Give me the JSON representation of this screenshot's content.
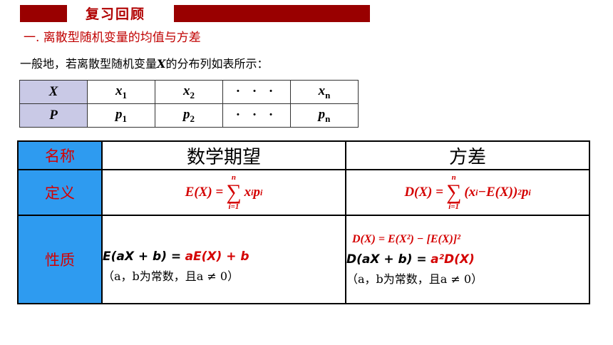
{
  "header": {
    "title": "复习回顾"
  },
  "section": {
    "heading": "一. 离散型随机变量的均值与方差"
  },
  "intro": {
    "before": "一般地，若离散型随机变量",
    "var": "X",
    "after": "的分布列如表所示："
  },
  "distribution": {
    "row1": {
      "header": "X",
      "v1": "x",
      "s1": "1",
      "v2": "x",
      "s2": "2",
      "dots": "· · ·",
      "vn": "x",
      "sn": "n"
    },
    "row2": {
      "header": "P",
      "v1": "p",
      "s1": "1",
      "v2": "p",
      "s2": "2",
      "dots": "· · ·",
      "vn": "p",
      "sn": "n"
    }
  },
  "properties": {
    "headers": {
      "name": "名称",
      "expectation": "数学期望",
      "variance": "方差"
    },
    "definition": {
      "label": "定义",
      "exp_lhs": "E(X) =",
      "exp_top": "n",
      "exp_bottom": "i=1",
      "exp_term": "x",
      "exp_sub_i": "i",
      "exp_term2": "p",
      "var_lhs": "D(X) =",
      "var_top": "n",
      "var_bottom": "i=1",
      "var_term": "(x",
      "var_term_mid": "−E(X))",
      "var_term_sup": "2",
      "var_term2": "p"
    },
    "nature": {
      "label": "性质",
      "exp_lhs": "E(aX + b) =",
      "exp_rhs": "aE(X) + b",
      "exp_note": "（a，b为常数，且a ≠ 0）",
      "var_line1": "D(X) = E(X²) − [E(X)]²",
      "var_lhs": "D(aX + b) =",
      "var_rhs": "a²D(X)",
      "var_note": "（a，b为常数，且a ≠ 0）"
    }
  }
}
